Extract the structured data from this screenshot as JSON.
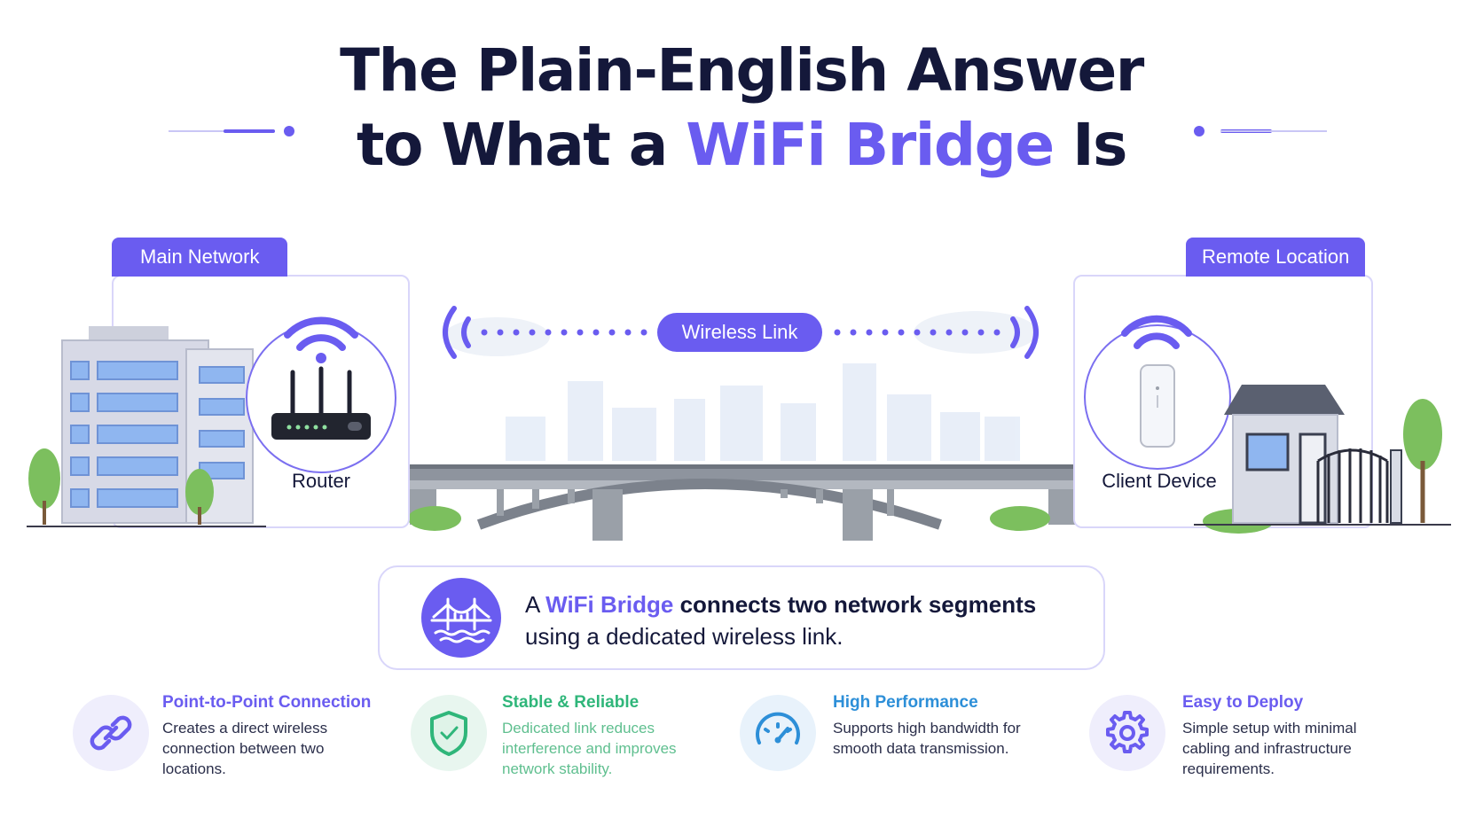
{
  "title": {
    "line1": "The Plain-English Answer",
    "line2_prefix": "to What a ",
    "line2_accent": "WiFi Bridge",
    "line2_suffix": " Is"
  },
  "left_panel": {
    "tag": "Main Network",
    "device_label": "Router"
  },
  "right_panel": {
    "tag": "Remote Location",
    "device_label": "Client Device"
  },
  "link_label": "Wireless Link",
  "definition": {
    "prefix": "A ",
    "highlight": "WiFi Bridge",
    "rest_line1": " connects two network segments",
    "line2": "using a dedicated wireless link."
  },
  "features": [
    {
      "title": "Point-to-Point Connection",
      "description": "Creates a direct wireless connection between two locations.",
      "icon": "link-chain-icon",
      "color": "#6a5cf0",
      "bg": "#efeefc"
    },
    {
      "title": "Stable & Reliable",
      "description": "Dedicated link reduces interference and improves network stability.",
      "icon": "shield-check-icon",
      "color": "#2fb67a",
      "bg": "#e8f6ef"
    },
    {
      "title": "High Performance",
      "description": "Supports high bandwidth for smooth data transmission.",
      "icon": "speedometer-icon",
      "color": "#2d8fd8",
      "bg": "#e8f2fb"
    },
    {
      "title": "Easy to Deploy",
      "description": "Simple setup with minimal cabling and infrastructure requirements.",
      "icon": "gear-icon",
      "color": "#6a5cf0",
      "bg": "#efeefc"
    }
  ],
  "colors": {
    "accent": "#6a5cf0",
    "text": "#14183a",
    "green": "#2fb67a",
    "blue": "#2d8fd8"
  }
}
